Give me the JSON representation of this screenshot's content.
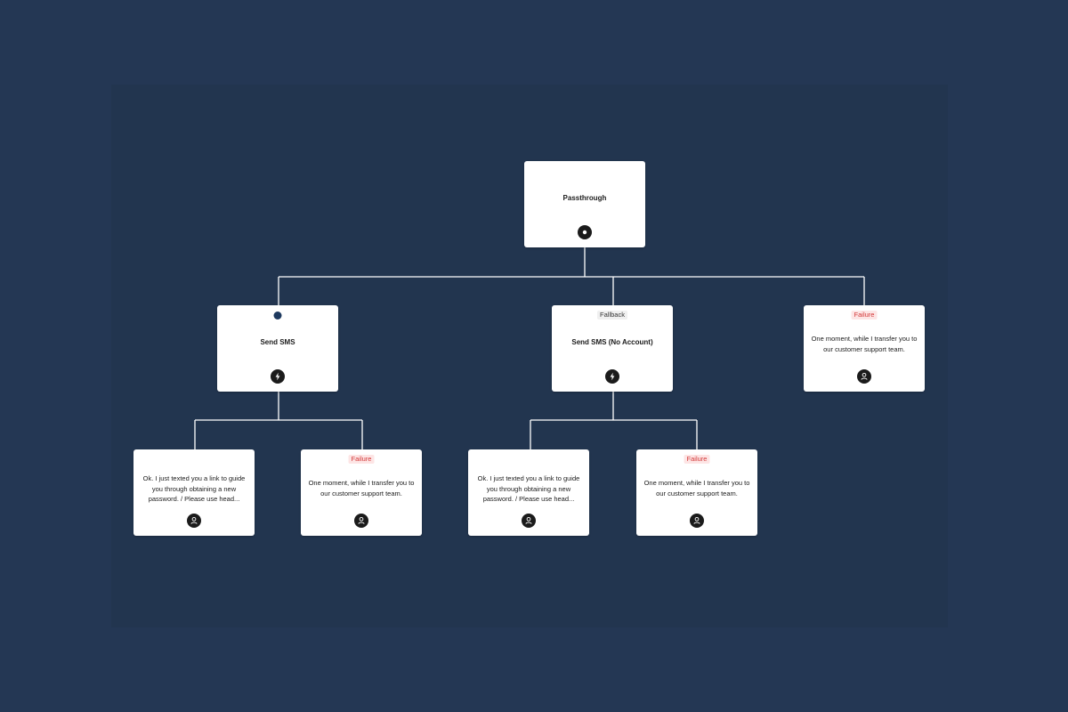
{
  "colors": {
    "background": "#243754",
    "card": "#ffffff",
    "connector": "#ffffff",
    "icon": "#1b1b1b",
    "failure_text": "#d33a3a",
    "failure_bg": "#fde5e5",
    "port_dot": "#1e3a5f"
  },
  "flow": {
    "root": {
      "title": "Passthrough",
      "icon": "dot-icon"
    },
    "send_sms": {
      "title": "Send SMS",
      "icon": "lightning-icon"
    },
    "send_sms_no_account": {
      "tag": "Fallback",
      "title": "Send SMS (No Account)",
      "icon": "lightning-icon"
    },
    "failure_top": {
      "tag": "Failure",
      "text": "One moment, while I transfer you to our customer support team.",
      "icon": "user-icon"
    },
    "sms_reply_1": {
      "text": "Ok. I just texted you a link to guide you through obtaining a new password. / Please use head...",
      "icon": "user-icon"
    },
    "sms_failure_1": {
      "tag": "Failure",
      "text": "One moment, while I transfer you to our customer support team.",
      "icon": "user-icon"
    },
    "sms_reply_2": {
      "text": "Ok. I just texted you a link to guide you through obtaining a new password. / Please use head...",
      "icon": "user-icon"
    },
    "sms_failure_2": {
      "tag": "Failure",
      "text": "One moment, while I transfer you to our customer support team.",
      "icon": "user-icon"
    }
  }
}
